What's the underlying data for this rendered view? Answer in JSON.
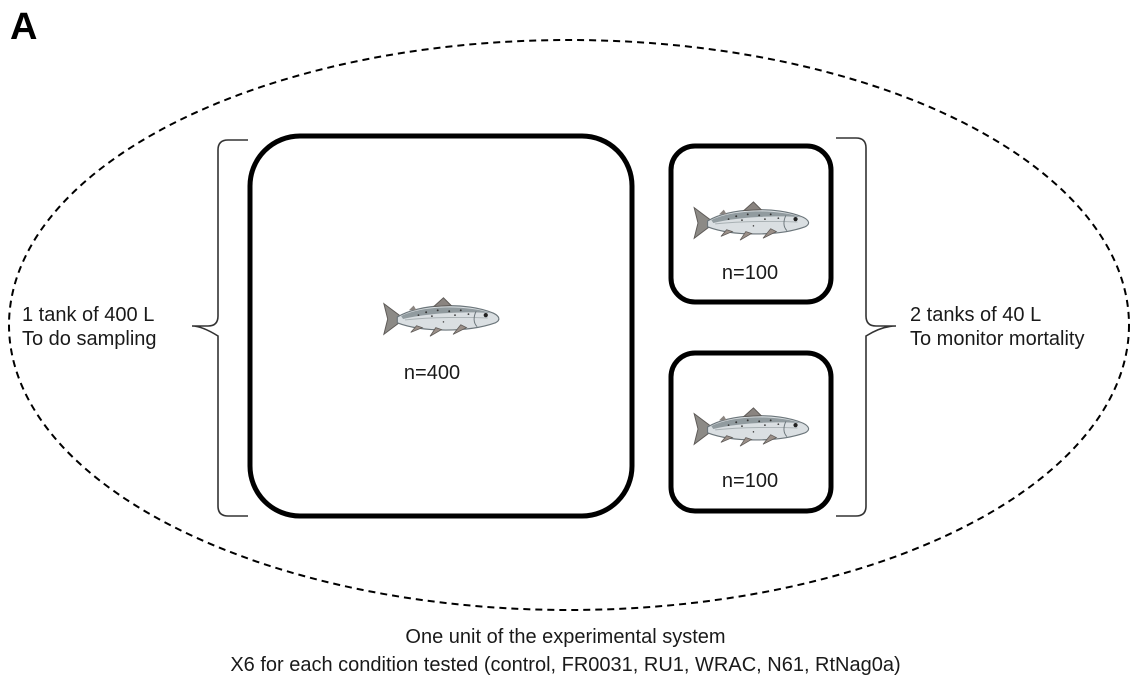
{
  "panel_label": "A",
  "left_caption": {
    "line1": "1 tank of 400  L",
    "line2": "To do sampling"
  },
  "right_caption": {
    "line1": "2 tanks of 40 L",
    "line2": "To monitor mortality"
  },
  "tanks": {
    "large": {
      "count_label": "n=400"
    },
    "small_top": {
      "count_label": "n=100"
    },
    "small_bottom": {
      "count_label": "n=100"
    }
  },
  "footer": {
    "line1": "One unit of the experimental system",
    "line2": "X6 for each condition tested (control, FR0031, RU1, WRAC, N61, RtNag0a)"
  },
  "icons": {
    "fish": "trout-icon"
  },
  "colors": {
    "stroke": "#000000",
    "fish_body": "#d9dde0",
    "fish_back": "#6f7a7f",
    "fish_fin": "#9a8f88"
  }
}
